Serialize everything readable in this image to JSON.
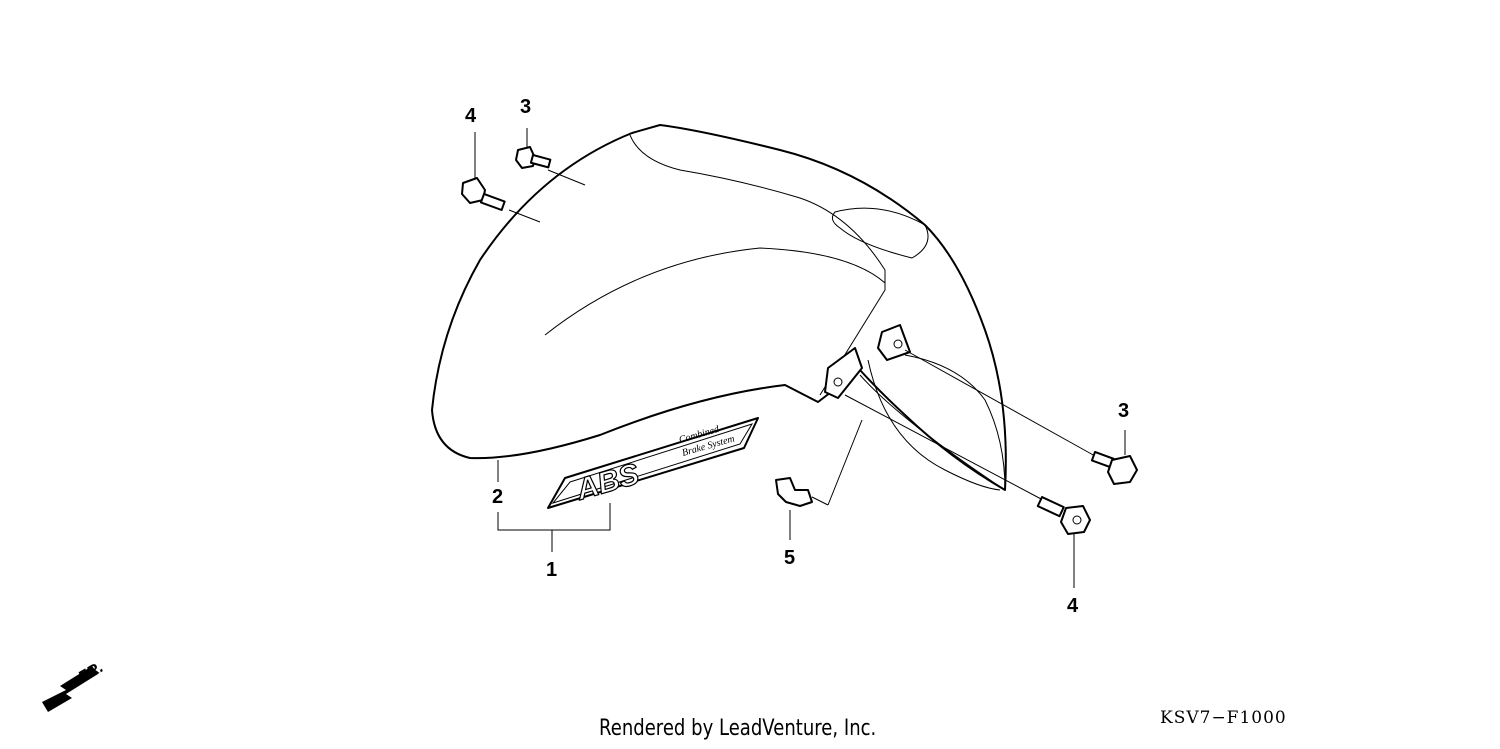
{
  "diagram": {
    "callouts": {
      "c1": "1",
      "c2": "2",
      "c3_top": "3",
      "c3_right": "3",
      "c4_top": "4",
      "c4_right": "4",
      "c5": "5"
    },
    "decal_text": {
      "main": "ABS",
      "line1": "Combined",
      "line2": "Brake System"
    },
    "direction_label": "FR."
  },
  "footer": {
    "credit": "Rendered by LeadVenture, Inc.",
    "code": "KSV7−F1000"
  }
}
